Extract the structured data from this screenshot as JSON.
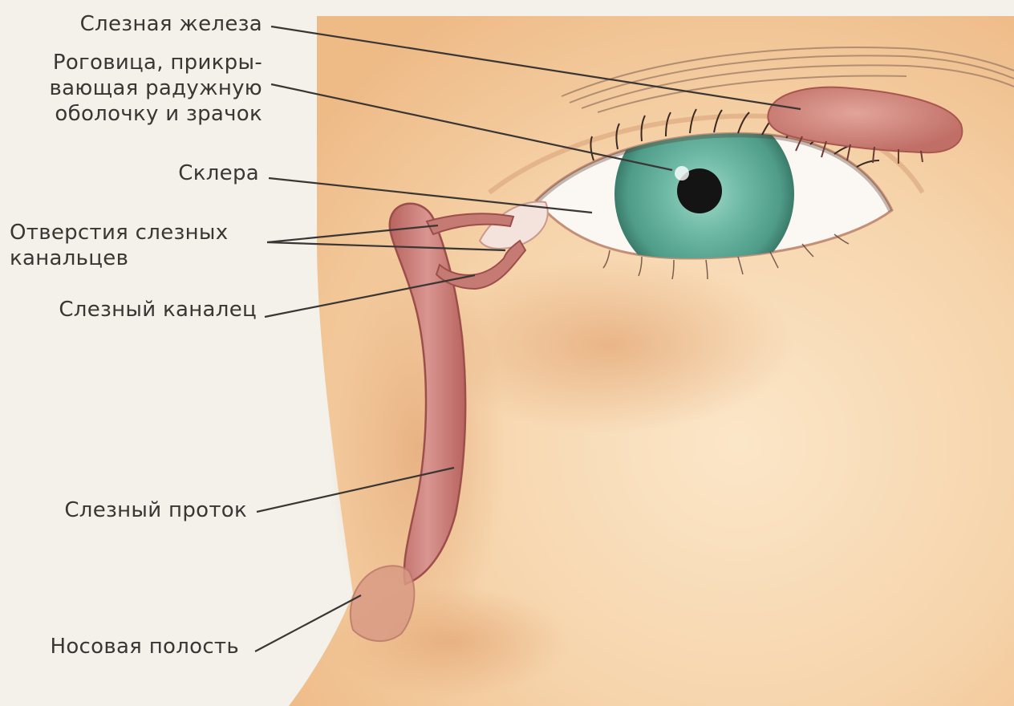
{
  "labels": {
    "lacrimal_gland": "Слезная железа",
    "cornea": [
      "Роговица, прикры-",
      "вающая радужную",
      "оболочку и зрачок"
    ],
    "sclera": "Склера",
    "puncta": [
      "Отверстия слезных",
      "канальцев"
    ],
    "canaliculus": "Слезный каналец",
    "nasolacrimal_duct": "Слезный проток",
    "nasal_cavity": "Носовая полость"
  },
  "colors": {
    "skin": "#f6d6b0",
    "skin_shadow": "#e8b585",
    "iris": "#5fae9a",
    "pupil": "#141414",
    "sclera": "#fbf7f2",
    "lacrimal_tissue": "#c9807a",
    "leader_line": "#3a3634"
  }
}
